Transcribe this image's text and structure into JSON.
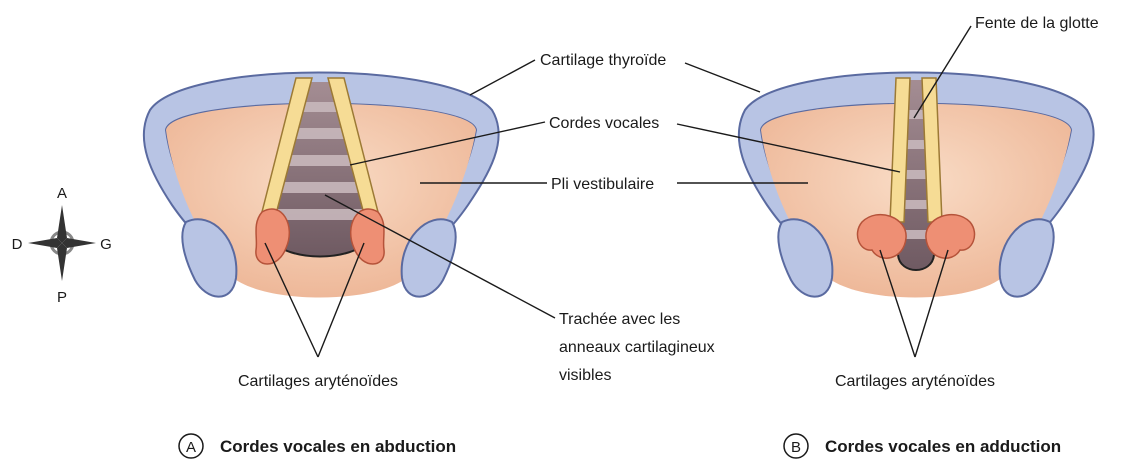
{
  "compass": {
    "top": "A",
    "bottom": "P",
    "left": "D",
    "right": "G"
  },
  "labels": {
    "cartilage_thyroide": "Cartilage thyroïde",
    "fente_glotte": "Fente de la glotte",
    "cordes_vocales": "Cordes vocales",
    "pli_vestibulaire": "Pli vestibulaire",
    "trachee_line1": "Trachée avec les",
    "trachee_line2": "anneaux cartilagineux",
    "trachee_line3": "visibles",
    "aryt_a": "Cartilages aryténoïdes",
    "aryt_b": "Cartilages aryténoïdes"
  },
  "panels": {
    "a": {
      "letter": "A",
      "caption": "Cordes vocales en abduction"
    },
    "b": {
      "letter": "B",
      "caption": "Cordes vocales en adduction"
    }
  },
  "colors": {
    "cartilage": "#b8c4e4",
    "cartilage_outline": "#5a6aa0",
    "mucosa": "#f4c9ad",
    "cords": "#f6dc95",
    "arytenoid": "#ee8f74",
    "trachea": "#8e7880"
  }
}
